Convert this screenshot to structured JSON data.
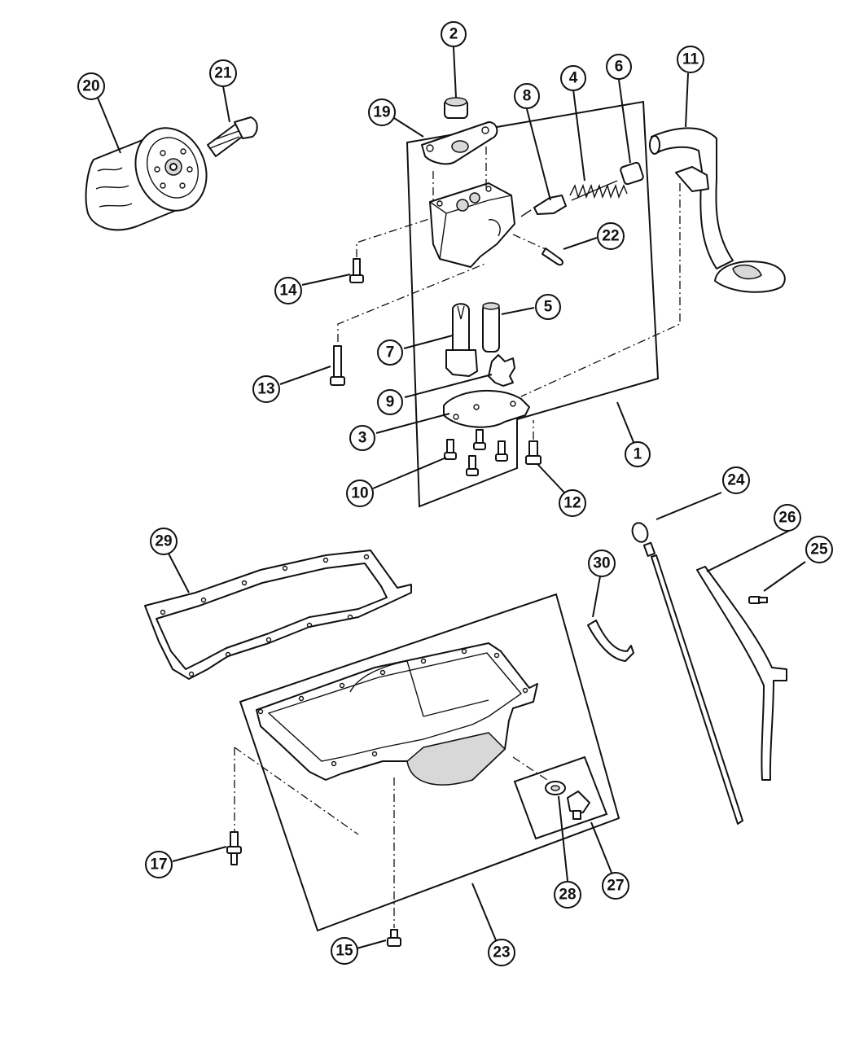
{
  "diagram": {
    "callouts": [
      {
        "id": "1",
        "label": "1"
      },
      {
        "id": "2",
        "label": "2"
      },
      {
        "id": "3",
        "label": "3"
      },
      {
        "id": "4",
        "label": "4"
      },
      {
        "id": "5",
        "label": "5"
      },
      {
        "id": "6",
        "label": "6"
      },
      {
        "id": "7",
        "label": "7"
      },
      {
        "id": "8",
        "label": "8"
      },
      {
        "id": "9",
        "label": "9"
      },
      {
        "id": "10",
        "label": "10"
      },
      {
        "id": "11",
        "label": "11"
      },
      {
        "id": "12",
        "label": "12"
      },
      {
        "id": "13",
        "label": "13"
      },
      {
        "id": "14",
        "label": "14"
      },
      {
        "id": "15",
        "label": "15"
      },
      {
        "id": "17",
        "label": "17"
      },
      {
        "id": "19",
        "label": "19"
      },
      {
        "id": "20",
        "label": "20"
      },
      {
        "id": "21",
        "label": "21"
      },
      {
        "id": "22",
        "label": "22"
      },
      {
        "id": "23",
        "label": "23"
      },
      {
        "id": "24",
        "label": "24"
      },
      {
        "id": "25",
        "label": "25"
      },
      {
        "id": "26",
        "label": "26"
      },
      {
        "id": "27",
        "label": "27"
      },
      {
        "id": "28",
        "label": "28"
      },
      {
        "id": "29",
        "label": "29"
      },
      {
        "id": "30",
        "label": "30"
      }
    ]
  }
}
